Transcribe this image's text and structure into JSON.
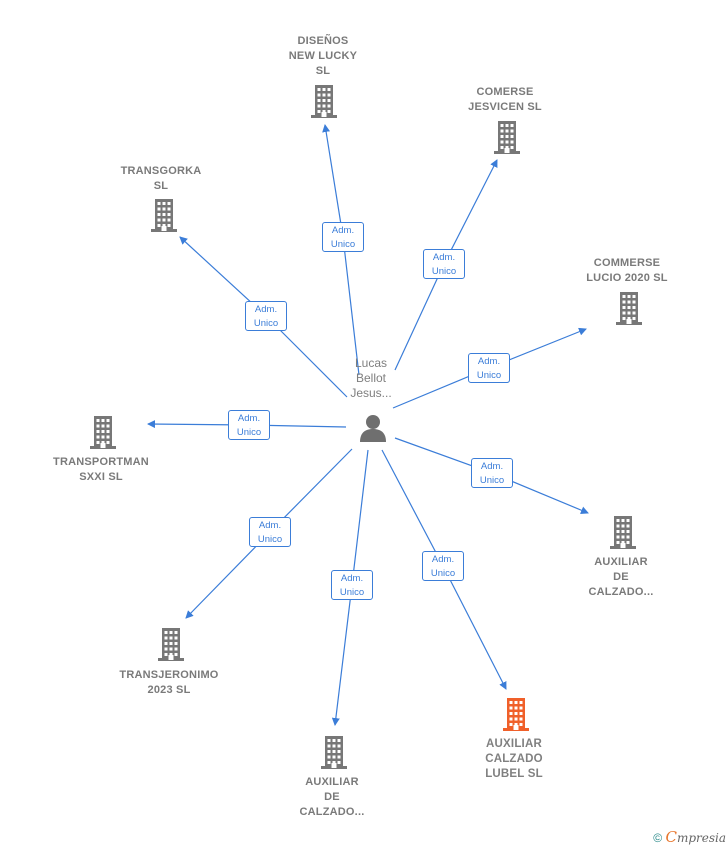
{
  "person": {
    "name": "Lucas\nBellot\nJesus..."
  },
  "relation_label": "Adm.\nUnico",
  "colors": {
    "edge": "#3b7dd8",
    "building": "#777777",
    "highlight": "#f0602a"
  },
  "companies": [
    {
      "id": "disenos",
      "label": "DISEÑOS\nNEW LUCKY\nSL",
      "icon": "building-icon",
      "highlighted": false
    },
    {
      "id": "comerse",
      "label": "COMERSE\nJESVICEN  SL",
      "icon": "building-icon",
      "highlighted": false
    },
    {
      "id": "transgorka",
      "label": "TRANSGORKA\nSL",
      "icon": "building-icon",
      "highlighted": false
    },
    {
      "id": "commerse",
      "label": "COMMERSE\nLUCIO 2020  SL",
      "icon": "building-icon",
      "highlighted": false
    },
    {
      "id": "transportman",
      "label": "TRANSPORTMAN\nSXXI  SL",
      "icon": "building-icon",
      "highlighted": false
    },
    {
      "id": "auxiliar-right",
      "label": "AUXILIAR\nDE\nCALZADO...",
      "icon": "building-icon",
      "highlighted": false
    },
    {
      "id": "transjeronimo",
      "label": "TRANSJERONIMO\n2023  SL",
      "icon": "building-icon",
      "highlighted": false
    },
    {
      "id": "auxiliar-lubel",
      "label": "AUXILIAR\nCALZADO\nLUBEL  SL",
      "icon": "building-icon",
      "highlighted": true
    },
    {
      "id": "auxiliar-bottom",
      "label": "AUXILIAR\nDE\nCALZADO...",
      "icon": "building-icon",
      "highlighted": false
    }
  ],
  "footer": {
    "copyright": "©",
    "brand_initial": "C",
    "brand_rest": "mpresia"
  }
}
